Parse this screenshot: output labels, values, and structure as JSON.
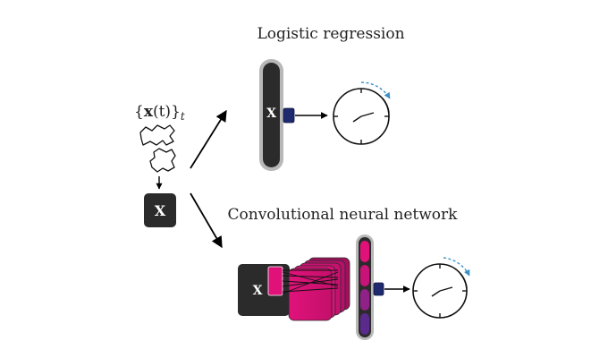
{
  "diagram": {
    "input_label": "{x(t)}_t",
    "input_math": {
      "open": "{",
      "bold": "x",
      "paren": "(t)",
      "close": "}",
      "subscript": "t"
    },
    "matrix_label": "X",
    "logistic": {
      "title": "Logistic regression",
      "vector_label": "X"
    },
    "cnn": {
      "title": "Convolutional neural network",
      "input_label": "X"
    }
  },
  "colors": {
    "dark": "#2b2b2b",
    "gray_outline": "#8a8a8a",
    "navy": "#1f2a6e",
    "magenta": "#e0127a",
    "magenta_dark": "#b0105f",
    "purple": "#6a2a8c",
    "cyan_arrow": "#3b8fc7"
  },
  "icons": [
    "clock-icon",
    "clock-icon",
    "arrow-icon"
  ]
}
